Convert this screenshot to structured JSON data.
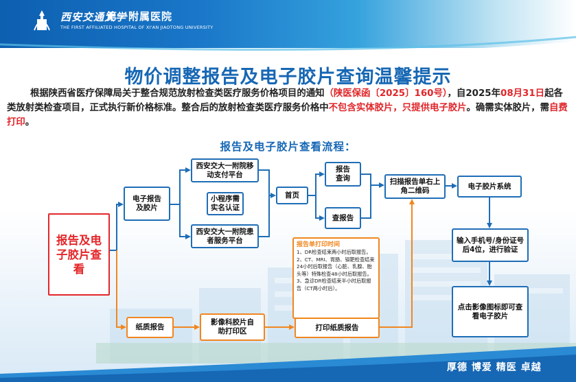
{
  "header": {
    "hospital_name_script": "西安交通大学",
    "hospital_name_cn": "第一附属医院",
    "hospital_name_en": "THE FIRST AFFILIATED HOSPITAL OF XI'AN JIAOTONG UNIVERSITY"
  },
  "title": "物价调整报告及电子胶片查询温馨提示",
  "intro": {
    "p1": "根据陕西省医疗保障局关于整合规范放射检查类医疗服务价格项目的通知",
    "doc_ref": "（陕医保函〔2025〕160号）",
    "p2": "，自2025年",
    "date": "08月31日",
    "p3": "起各类放射类检查项目，正式执行新价格标准。整合后的放射检查类医疗服务价格中",
    "no_film": "不包含实体胶片，只提供电子胶片",
    "p4": "。确需实体胶片，需",
    "self_pay": "自费打印",
    "p5": "。"
  },
  "subtitle": "报告及电子胶片查看流程：",
  "flow": {
    "start": "报告及电子胶片查看",
    "electronic": "电子报告及胶片",
    "mobile_pay": "西安交大一附院移动支付平台",
    "mini_program": "小程序需实名认证",
    "patient_platform": "西安交大一附院患者服务平台",
    "home": "首页",
    "report_query": "报告查询",
    "check_report": "查报告",
    "scan": "扫描报告单右上角二维码",
    "film_system": "电子胶片系统",
    "verify": "输入手机号/身份证号后4位，进行验证",
    "view": "点击影像图标即可查看电子胶片",
    "paper": "纸质报告",
    "self_print": "影像科胶片自助打印区",
    "print_paper": "打印纸质报告"
  },
  "print_note": {
    "title": "报告单打印时间",
    "items": [
      "1、DR检查结束两小时后取报告。",
      "2、CT、MRI、胃肠、钼靶检查结束24小时后取报告（心脏、乳腺、胎头等）特殊检查48小时后取报告。",
      "3、急诊DR检查结束半小时后取报告（CT两小时后）。"
    ]
  },
  "footer": {
    "motto": "厚德  博爱  精医  卓越"
  },
  "colors": {
    "blue": "#1e6db6",
    "title_blue": "#1667b4",
    "red": "#e3262a",
    "orange": "#f1861f"
  }
}
